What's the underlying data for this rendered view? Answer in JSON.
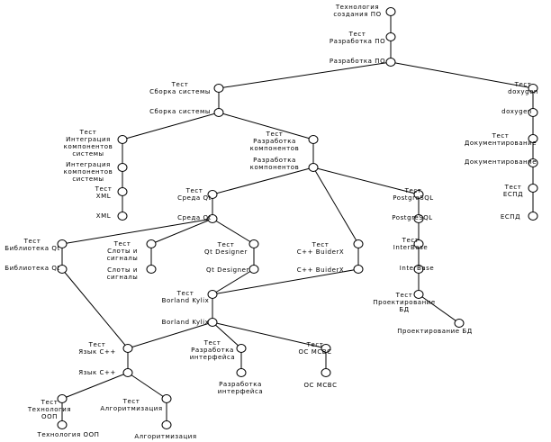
{
  "diagram": {
    "nodes": [
      {
        "id": "n0",
        "label": [
          "Технология",
          "создания ПО"
        ]
      },
      {
        "id": "n1",
        "label": [
          "Тест",
          "Разработка ПО"
        ]
      },
      {
        "id": "n2",
        "label": [
          "Разработка ПО"
        ]
      },
      {
        "id": "n3",
        "label": [
          "Тест",
          "Сборка системы"
        ]
      },
      {
        "id": "n4",
        "label": [
          "Сборка системы"
        ]
      },
      {
        "id": "n5",
        "label": [
          "Тест",
          "doxygen"
        ]
      },
      {
        "id": "n6",
        "label": [
          "doxygen"
        ]
      },
      {
        "id": "n7",
        "label": [
          "Тест",
          "Документирование"
        ]
      },
      {
        "id": "n8",
        "label": [
          "Документирование"
        ]
      },
      {
        "id": "n9",
        "label": [
          "Тест",
          "ЕСПД"
        ]
      },
      {
        "id": "n10",
        "label": [
          "ЕСПД"
        ]
      },
      {
        "id": "n11",
        "label": [
          "Тест",
          "Интеграция",
          "компонентов",
          "системы"
        ]
      },
      {
        "id": "n12",
        "label": [
          "Интеграция",
          "компонентов",
          "системы"
        ]
      },
      {
        "id": "n13",
        "label": [
          "Тест",
          "XML"
        ]
      },
      {
        "id": "n14",
        "label": [
          "XML"
        ]
      },
      {
        "id": "n15",
        "label": [
          "Тест",
          "Разработка",
          "компонентов"
        ]
      },
      {
        "id": "n16",
        "label": [
          "Разработка",
          "компонентов"
        ]
      },
      {
        "id": "n17",
        "label": [
          "Тест",
          "Среда Qt"
        ]
      },
      {
        "id": "n18",
        "label": [
          "Среда Qt"
        ]
      },
      {
        "id": "n19",
        "label": [
          "Тест",
          "PostgreSQL"
        ]
      },
      {
        "id": "n20",
        "label": [
          "PostgreSQL"
        ]
      },
      {
        "id": "n21",
        "label": [
          "Тест",
          "InterBase"
        ]
      },
      {
        "id": "n22",
        "label": [
          "InterBase"
        ]
      },
      {
        "id": "n23",
        "label": [
          "Тест",
          "Проектирование",
          "БД"
        ]
      },
      {
        "id": "n24",
        "label": [
          "Проектирование БД"
        ]
      },
      {
        "id": "n25",
        "label": [
          "Тест",
          "Библиотека Qt"
        ]
      },
      {
        "id": "n26",
        "label": [
          "Библиотека Qt"
        ]
      },
      {
        "id": "n27",
        "label": [
          "Тест",
          "Слоты и",
          "сигналы"
        ]
      },
      {
        "id": "n28",
        "label": [
          "Слоты и",
          "сигналы"
        ]
      },
      {
        "id": "n29",
        "label": [
          "Тест",
          "Qt Designer"
        ]
      },
      {
        "id": "n30",
        "label": [
          "Qt Designer"
        ]
      },
      {
        "id": "n31",
        "label": [
          "Тест",
          "C++ BuiderX"
        ]
      },
      {
        "id": "n32",
        "label": [
          "C++ BuiderX"
        ]
      },
      {
        "id": "n33",
        "label": [
          "Тест",
          "Borland Kylix"
        ]
      },
      {
        "id": "n34",
        "label": [
          "Borland Kylix"
        ]
      },
      {
        "id": "n35",
        "label": [
          "Тест",
          "Язык С++"
        ]
      },
      {
        "id": "n36",
        "label": [
          "Язык С++"
        ]
      },
      {
        "id": "n37",
        "label": [
          "Тест",
          "Разработка",
          "интерфейса"
        ]
      },
      {
        "id": "n38",
        "label": [
          "Разработка",
          "интерфейса"
        ]
      },
      {
        "id": "n39",
        "label": [
          "Тест",
          "ОС МСВС"
        ]
      },
      {
        "id": "n40",
        "label": [
          "ОС МСВС"
        ]
      },
      {
        "id": "n41",
        "label": [
          "Тест",
          "Технология",
          "ООП"
        ]
      },
      {
        "id": "n42",
        "label": [
          "Технология ООП"
        ]
      },
      {
        "id": "n43",
        "label": [
          "Тест",
          "Алгоритмизация"
        ]
      },
      {
        "id": "n44",
        "label": [
          "Алгоритмизация"
        ]
      }
    ],
    "edges": [
      [
        "n0",
        "n1"
      ],
      [
        "n1",
        "n2"
      ],
      [
        "n2",
        "n3"
      ],
      [
        "n2",
        "n5"
      ],
      [
        "n3",
        "n4"
      ],
      [
        "n5",
        "n6"
      ],
      [
        "n6",
        "n7"
      ],
      [
        "n7",
        "n8"
      ],
      [
        "n8",
        "n9"
      ],
      [
        "n9",
        "n10"
      ],
      [
        "n4",
        "n11"
      ],
      [
        "n4",
        "n15"
      ],
      [
        "n11",
        "n12"
      ],
      [
        "n12",
        "n13"
      ],
      [
        "n13",
        "n14"
      ],
      [
        "n15",
        "n16"
      ],
      [
        "n16",
        "n17"
      ],
      [
        "n16",
        "n19"
      ],
      [
        "n16",
        "n31"
      ],
      [
        "n17",
        "n18"
      ],
      [
        "n18",
        "n25"
      ],
      [
        "n18",
        "n27"
      ],
      [
        "n18",
        "n29"
      ],
      [
        "n19",
        "n20"
      ],
      [
        "n20",
        "n21"
      ],
      [
        "n21",
        "n22"
      ],
      [
        "n22",
        "n23"
      ],
      [
        "n23",
        "n24"
      ],
      [
        "n25",
        "n26"
      ],
      [
        "n27",
        "n28"
      ],
      [
        "n29",
        "n30"
      ],
      [
        "n31",
        "n32"
      ],
      [
        "n26",
        "n35"
      ],
      [
        "n30",
        "n33"
      ],
      [
        "n32",
        "n33"
      ],
      [
        "n33",
        "n34"
      ],
      [
        "n34",
        "n35"
      ],
      [
        "n34",
        "n37"
      ],
      [
        "n34",
        "n39"
      ],
      [
        "n35",
        "n36"
      ],
      [
        "n36",
        "n41"
      ],
      [
        "n36",
        "n43"
      ],
      [
        "n37",
        "n38"
      ],
      [
        "n39",
        "n40"
      ],
      [
        "n41",
        "n42"
      ],
      [
        "n43",
        "n44"
      ]
    ]
  }
}
